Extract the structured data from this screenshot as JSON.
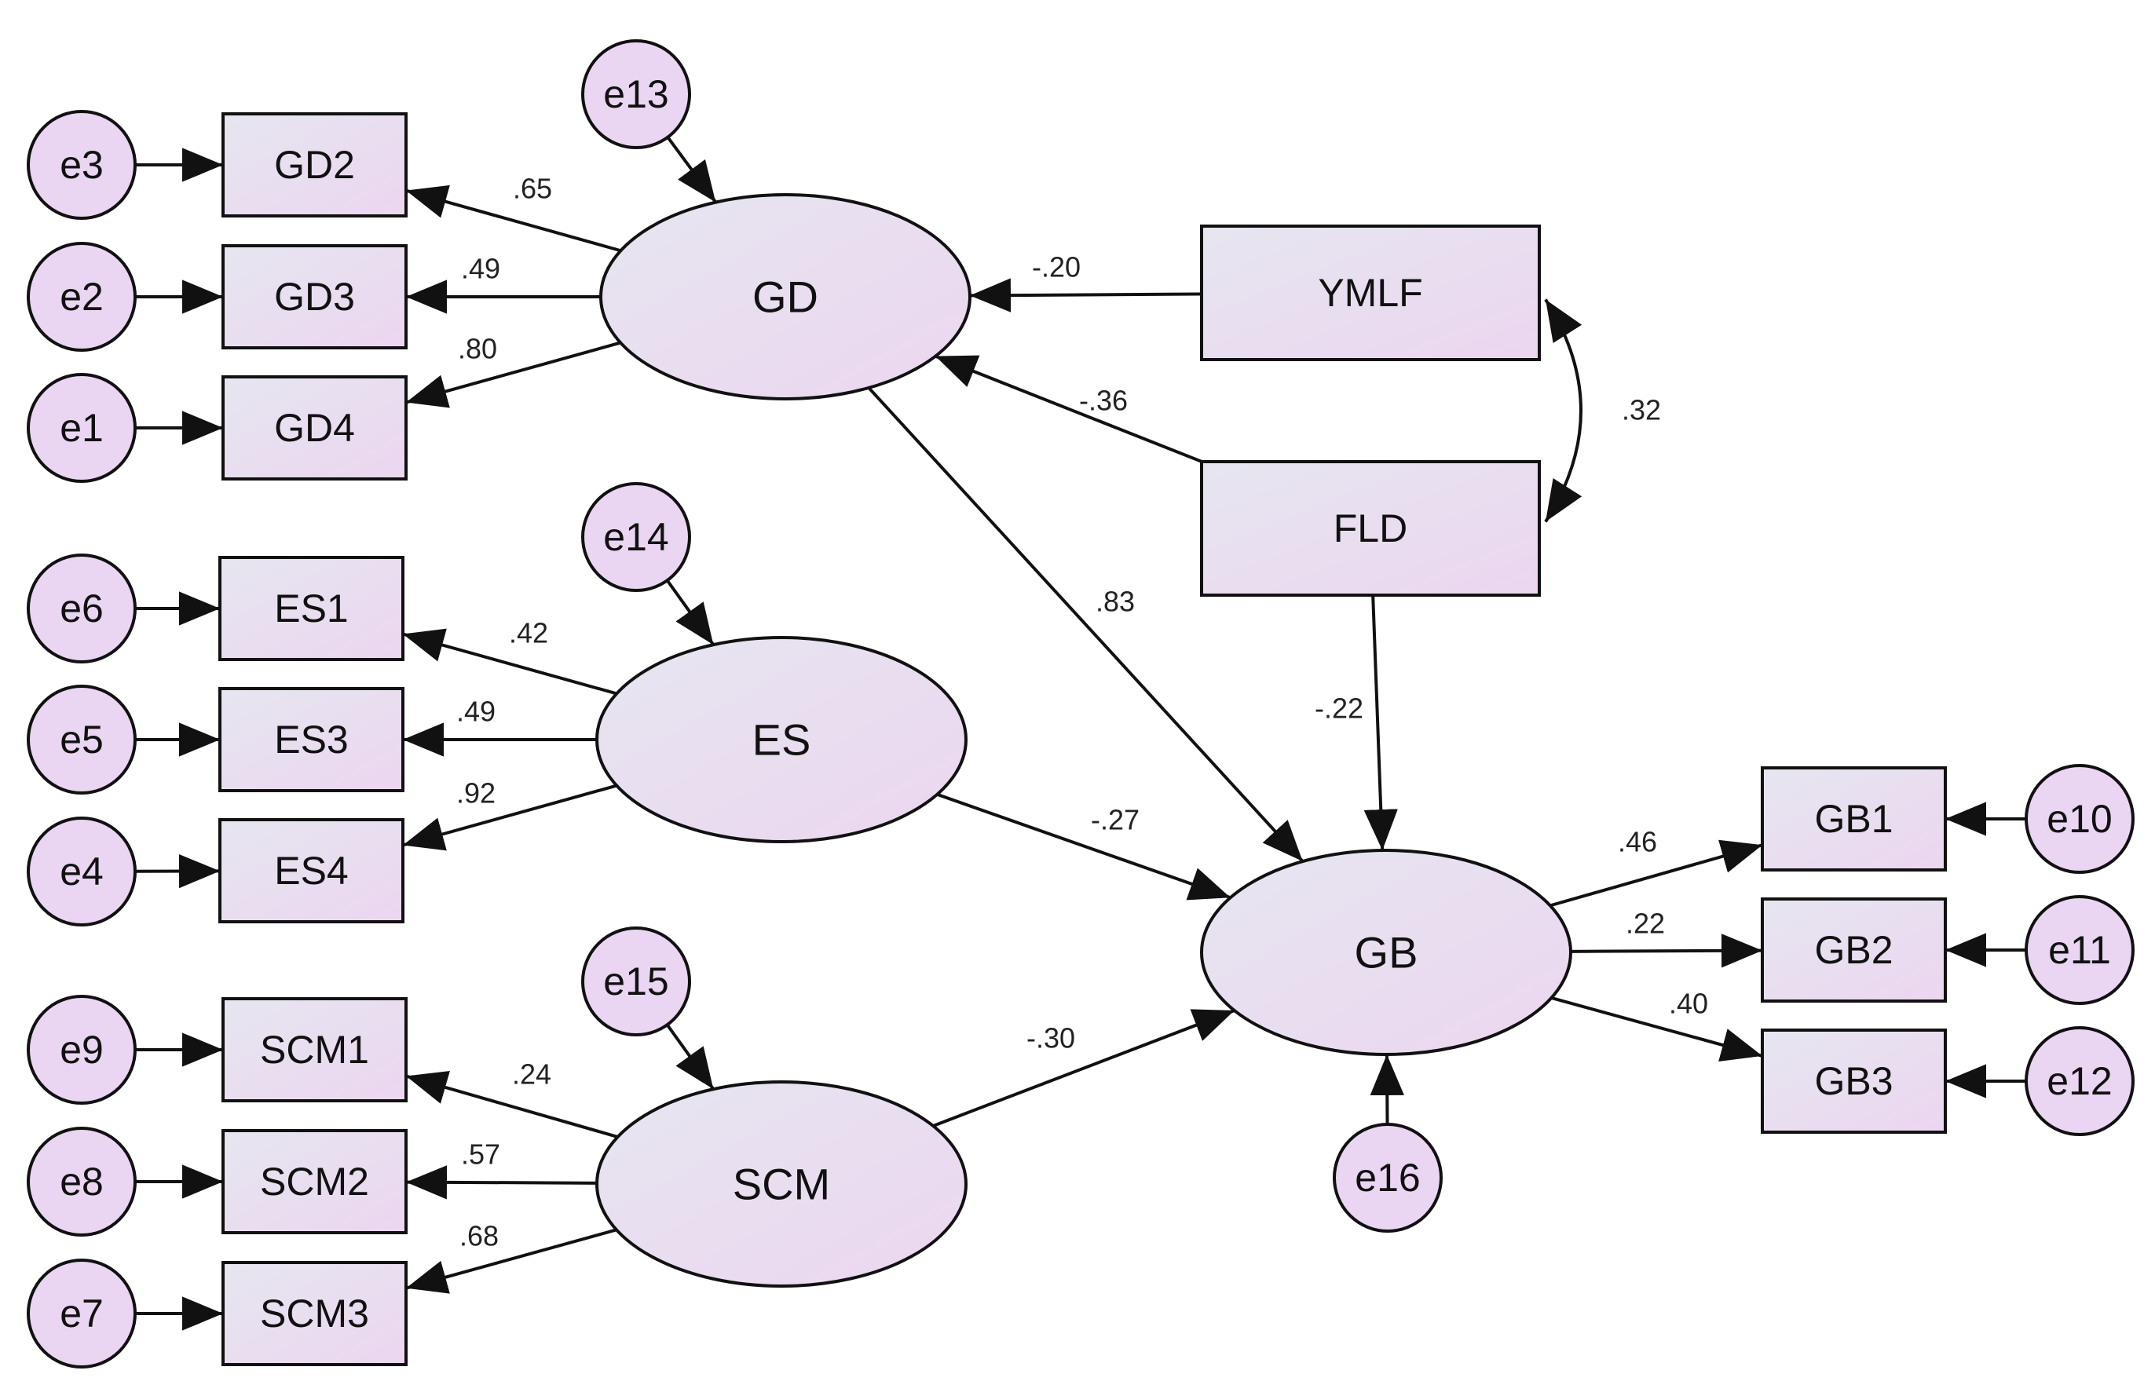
{
  "diagram": {
    "title": "",
    "colors": {
      "stroke": "#111111",
      "fill_light": "#e6e6f0",
      "fill_pink": "#ecd6f0",
      "error_fill": "#ead6f2",
      "background": "#ffffff"
    },
    "latents": [
      {
        "id": "GD",
        "label": "GD"
      },
      {
        "id": "ES",
        "label": "ES"
      },
      {
        "id": "SCM",
        "label": "SCM"
      },
      {
        "id": "GB",
        "label": "GB"
      }
    ],
    "observed": [
      {
        "id": "GD2",
        "label": "GD2"
      },
      {
        "id": "GD3",
        "label": "GD3"
      },
      {
        "id": "GD4",
        "label": "GD4"
      },
      {
        "id": "ES1",
        "label": "ES1"
      },
      {
        "id": "ES3",
        "label": "ES3"
      },
      {
        "id": "ES4",
        "label": "ES4"
      },
      {
        "id": "SCM1",
        "label": "SCM1"
      },
      {
        "id": "SCM2",
        "label": "SCM2"
      },
      {
        "id": "SCM3",
        "label": "SCM3"
      },
      {
        "id": "YMLF",
        "label": "YMLF"
      },
      {
        "id": "FLD",
        "label": "FLD"
      },
      {
        "id": "GB1",
        "label": "GB1"
      },
      {
        "id": "GB2",
        "label": "GB2"
      },
      {
        "id": "GB3",
        "label": "GB3"
      }
    ],
    "errors": [
      {
        "id": "e1",
        "label": "e1"
      },
      {
        "id": "e2",
        "label": "e2"
      },
      {
        "id": "e3",
        "label": "e3"
      },
      {
        "id": "e4",
        "label": "e4"
      },
      {
        "id": "e5",
        "label": "e5"
      },
      {
        "id": "e6",
        "label": "e6"
      },
      {
        "id": "e7",
        "label": "e7"
      },
      {
        "id": "e8",
        "label": "e8"
      },
      {
        "id": "e9",
        "label": "e9"
      },
      {
        "id": "e10",
        "label": "e10"
      },
      {
        "id": "e11",
        "label": "e11"
      },
      {
        "id": "e12",
        "label": "e12"
      },
      {
        "id": "e13",
        "label": "e13"
      },
      {
        "id": "e14",
        "label": "e14"
      },
      {
        "id": "e15",
        "label": "e15"
      },
      {
        "id": "e16",
        "label": "e16"
      }
    ],
    "paths": [
      {
        "from": "GD",
        "to": "GD2",
        "coef": ".65"
      },
      {
        "from": "GD",
        "to": "GD3",
        "coef": ".49"
      },
      {
        "from": "GD",
        "to": "GD4",
        "coef": ".80"
      },
      {
        "from": "ES",
        "to": "ES1",
        "coef": ".42"
      },
      {
        "from": "ES",
        "to": "ES3",
        "coef": ".49"
      },
      {
        "from": "ES",
        "to": "ES4",
        "coef": ".92"
      },
      {
        "from": "SCM",
        "to": "SCM1",
        "coef": ".24"
      },
      {
        "from": "SCM",
        "to": "SCM2",
        "coef": ".57"
      },
      {
        "from": "SCM",
        "to": "SCM3",
        "coef": ".68"
      },
      {
        "from": "YMLF",
        "to": "GD",
        "coef": "-.20"
      },
      {
        "from": "FLD",
        "to": "GD",
        "coef": "-.36"
      },
      {
        "from": "GD",
        "to": "GB",
        "coef": ".83"
      },
      {
        "from": "FLD",
        "to": "GB",
        "coef": "-.22"
      },
      {
        "from": "ES",
        "to": "GB",
        "coef": "-.27"
      },
      {
        "from": "SCM",
        "to": "GB",
        "coef": "-.30"
      },
      {
        "from": "GB",
        "to": "GB1",
        "coef": ".46"
      },
      {
        "from": "GB",
        "to": "GB2",
        "coef": ".22"
      },
      {
        "from": "GB",
        "to": "GB3",
        "coef": ".40"
      }
    ],
    "error_paths": [
      {
        "from": "e3",
        "to": "GD2"
      },
      {
        "from": "e2",
        "to": "GD3"
      },
      {
        "from": "e1",
        "to": "GD4"
      },
      {
        "from": "e6",
        "to": "ES1"
      },
      {
        "from": "e5",
        "to": "ES3"
      },
      {
        "from": "e4",
        "to": "ES4"
      },
      {
        "from": "e9",
        "to": "SCM1"
      },
      {
        "from": "e8",
        "to": "SCM2"
      },
      {
        "from": "e7",
        "to": "SCM3"
      },
      {
        "from": "e10",
        "to": "GB1"
      },
      {
        "from": "e11",
        "to": "GB2"
      },
      {
        "from": "e12",
        "to": "GB3"
      },
      {
        "from": "e13",
        "to": "GD"
      },
      {
        "from": "e14",
        "to": "ES"
      },
      {
        "from": "e15",
        "to": "SCM"
      },
      {
        "from": "e16",
        "to": "GB"
      }
    ],
    "correlations": [
      {
        "a": "YMLF",
        "b": "FLD",
        "coef": ".32"
      }
    ]
  }
}
